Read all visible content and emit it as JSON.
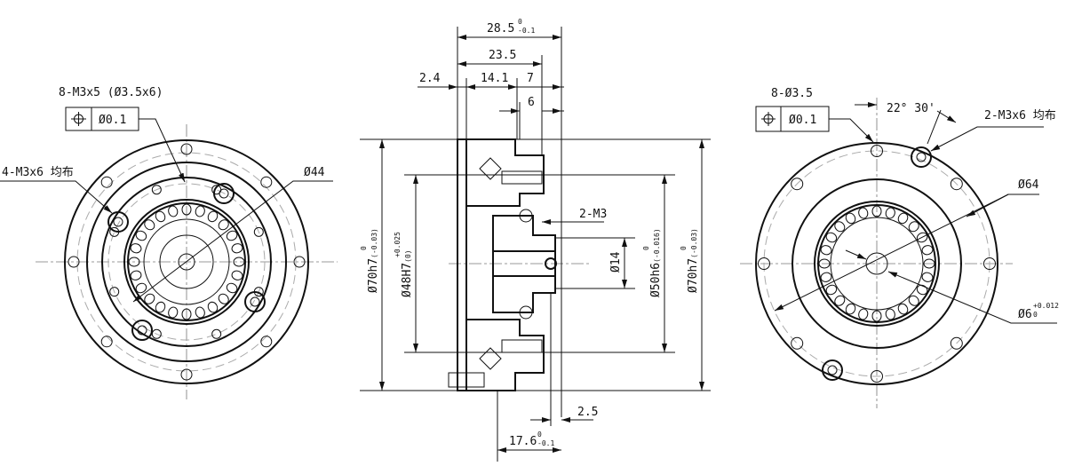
{
  "front_view": {
    "holes_label": "8-M3x5 (Ø3.5x6)",
    "tolerance_symbol": "position",
    "tolerance_value": "Ø0.1",
    "threads_label": "4-M3x6 均布",
    "diameter_label": "Ø44"
  },
  "side_view": {
    "overall_length": "28.5",
    "overall_length_tol_upper": "0",
    "overall_length_tol_lower": "-0.1",
    "length_23_5": "23.5",
    "length_2_4": "2.4",
    "length_14_1": "14.1",
    "length_7": "7",
    "length_6": "6",
    "thread_2m3": "2-M3",
    "outer_dia_left": "Ø70h7",
    "outer_dia_left_tol": "(-0.03)",
    "outer_dia_left_tol_upper": "0",
    "bore_dia": "Ø48H7",
    "bore_dia_tol": "(0)",
    "bore_dia_tol_upper": "+0.025",
    "shaft_dia": "Ø14",
    "spigot_dia": "Ø50h6",
    "spigot_dia_tol": "(-0.016)",
    "spigot_dia_tol_upper": "0",
    "outer_dia_right": "Ø70h7",
    "outer_dia_right_tol": "(-0.03)",
    "outer_dia_right_tol_upper": "0",
    "length_2_5": "2.5",
    "length_17_6": "17.6",
    "length_17_6_tol_upper": "0",
    "length_17_6_tol_lower": "-0.1"
  },
  "rear_view": {
    "holes_label": "8-Ø3.5",
    "tolerance_value": "Ø0.1",
    "angle_label": "22° 30'",
    "threads_label": "2-M3x6 均布",
    "diameter_label": "Ø64",
    "bore_label": "Ø6",
    "bore_tol_upper": "+0.012",
    "bore_tol_lower": "0"
  }
}
